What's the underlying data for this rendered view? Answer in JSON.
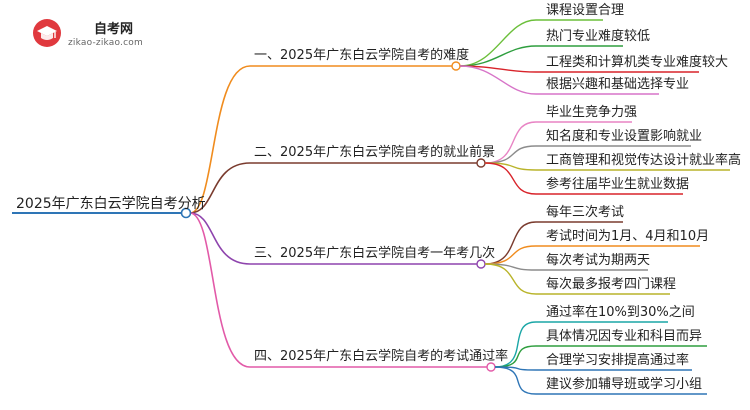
{
  "logo": {
    "title": "自考网",
    "domain": "zikao-zikao.com"
  },
  "root": {
    "label": "2025年广东白云学院自考分析",
    "color": "#2E75B6"
  },
  "branches": [
    {
      "label": "一、2025年广东白云学院自考的难度",
      "color": "#F08C1E",
      "children": [
        {
          "label": "课程设置合理",
          "color": "#6BBF3A"
        },
        {
          "label": "热门专业难度较低",
          "color": "#2E9E3E"
        },
        {
          "label": "工程类和计算机类专业难度较大",
          "color": "#D8232A"
        },
        {
          "label": "根据兴趣和基础选择专业",
          "color": "#D774C8"
        }
      ]
    },
    {
      "label": "二、2025年广东白云学院自考的就业前景",
      "color": "#7A3B2E",
      "children": [
        {
          "label": "毕业生竞争力强",
          "color": "#E884C4"
        },
        {
          "label": "知名度和专业设置影响就业",
          "color": "#8C8C8C"
        },
        {
          "label": "工商管理和视觉传达设计就业率高",
          "color": "#B9B42A"
        },
        {
          "label": "参考往届毕业生就业数据",
          "color": "#D8232A"
        }
      ]
    },
    {
      "label": "三、2025年广东白云学院自考一年考几次",
      "color": "#8E44AD",
      "children": [
        {
          "label": "每年三次考试",
          "color": "#7A3B2E"
        },
        {
          "label": "考试时间为1月、4月和10月",
          "color": "#F08C1E"
        },
        {
          "label": "每次考试为期两天",
          "color": "#8C8C8C"
        },
        {
          "label": "每次最多报考四门课程",
          "color": "#B9B42A"
        }
      ]
    },
    {
      "label": "四、2025年广东白云学院自考的考试通过率",
      "color": "#E25AA8",
      "children": [
        {
          "label": "通过率在10%到30%之间",
          "color": "#1AA6A6"
        },
        {
          "label": "具体情况因专业和科目而异",
          "color": "#2E9E3E"
        },
        {
          "label": "合理学习安排提高通过率",
          "color": "#2E75B6"
        },
        {
          "label": "建议参加辅导班或学习小组",
          "color": "#2E75B6"
        }
      ]
    }
  ]
}
